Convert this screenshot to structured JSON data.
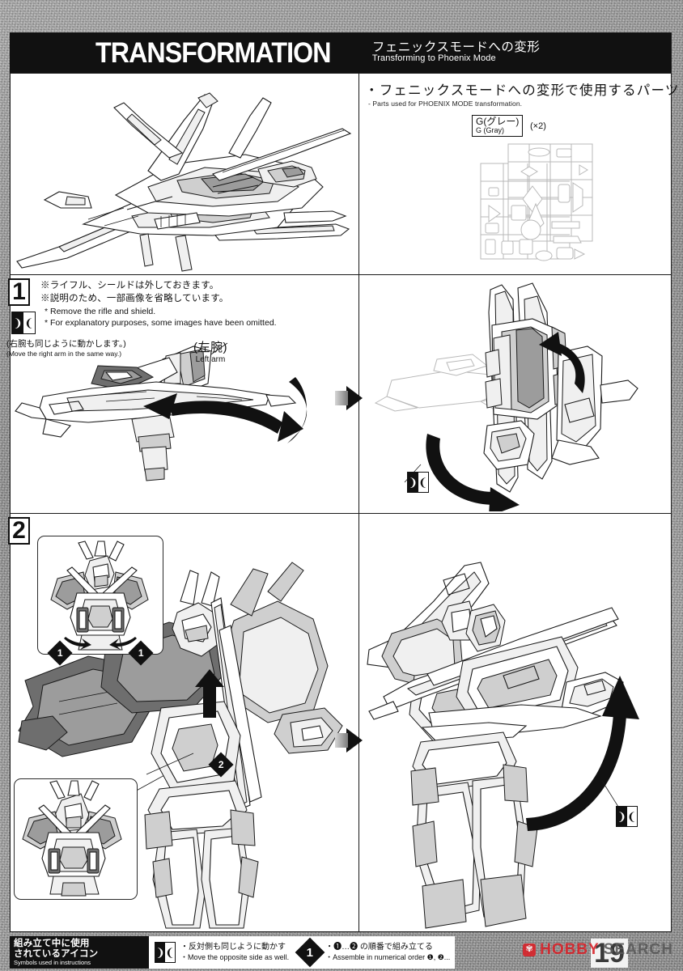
{
  "header": {
    "title": "TRANSFORMATION",
    "subtitle_jp": "フェニックスモードへの変形",
    "subtitle_en": "Transforming to Phoenix Mode"
  },
  "parts_panel": {
    "heading_jp": "・フェニックスモードへの変形で使用するパーツ",
    "heading_en": "- Parts used for PHOENIX MODE transformation.",
    "runner": {
      "code_jp": "G(グレー)",
      "code_en": "G (Gray)",
      "quantity": "(×2)"
    }
  },
  "steps": [
    {
      "number": "1",
      "notes_jp": [
        "※ライフル、シールドは外しておきます。",
        "※説明のため、一部画像を省略しています。"
      ],
      "notes_en": [
        "* Remove the rifle and shield.",
        "* For explanatory purposes, some images have been omitted."
      ],
      "side_note_jp": "(右腕も同じように動かします。)",
      "side_note_en": "(Move the right arm in the same way.)",
      "callout_jp": "(左腕)",
      "callout_en": "Left arm"
    },
    {
      "number": "2",
      "markers": [
        "1",
        "1",
        "2"
      ]
    }
  ],
  "legend": {
    "title_jp_line1": "組み立て中に使用",
    "title_jp_line2": "されているアイコン",
    "title_en": "Symbols used in instructions",
    "items": [
      {
        "icon": "mirror-icon",
        "jp": "・反対側も同じように動かす",
        "en": "・Move the opposite side as well."
      },
      {
        "icon": "numbered-diamond-icon",
        "icon_label": "1",
        "jp": "・❶…❷ の順番で組み立てる",
        "en": "・Assemble in numerical order ❶, ❷..."
      }
    ]
  },
  "page_number": "19",
  "watermark": {
    "hobby": "HOBBY",
    "search": "SEARCH",
    "mark_glyph": "✾"
  },
  "colors": {
    "ink": "#111111",
    "paper": "#fdfdfd",
    "watermark_red": "#d8232a",
    "watermark_gray": "#5b5b5b",
    "background": "#9a9a9a"
  }
}
